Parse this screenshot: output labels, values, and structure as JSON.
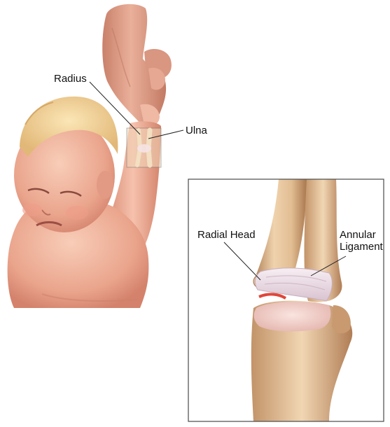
{
  "labels": {
    "radius": "Radius",
    "ulna": "Ulna",
    "radial_head": "Radial Head",
    "annular_line1": "Annular",
    "annular_line2": "Ligament"
  },
  "colors": {
    "skin": "#f2b8a0",
    "skin_shadow": "#d88d78",
    "hair": "#f3d89a",
    "bone": "#e9c7a0",
    "bone_shadow": "#b98a62",
    "cartilage": "#f3d3cf",
    "ligament": "#f2e6ee",
    "injury": "#e0463a",
    "inset_border": "#4a4a4a"
  }
}
